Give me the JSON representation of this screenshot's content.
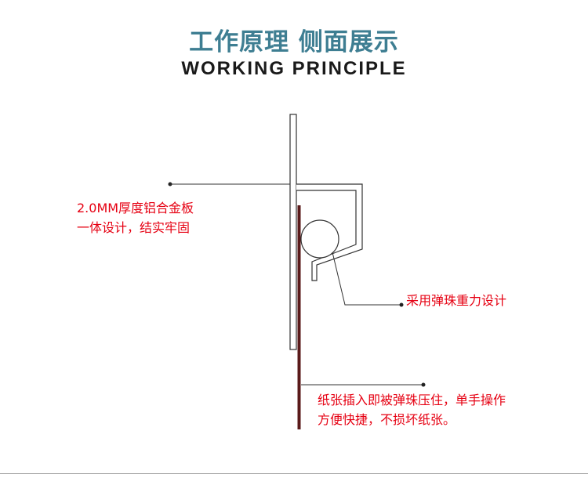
{
  "header": {
    "title_cn": "工作原理 侧面展示",
    "title_en": "WORKING PRINCIPLE"
  },
  "annotations": {
    "plate_line1": "2.0MM厚度铝合金板",
    "plate_line2": "一体设计，结实牢固",
    "ball_label": "采用弹珠重力设计",
    "paper_line1": "纸张插入即被弹珠压住，单手操作",
    "paper_line2": "方便快捷，不损坏纸张。"
  },
  "colors": {
    "title": "#3e7e92",
    "annotation": "#e60012",
    "paper": "#5a1a1a",
    "outline": "#333333"
  }
}
